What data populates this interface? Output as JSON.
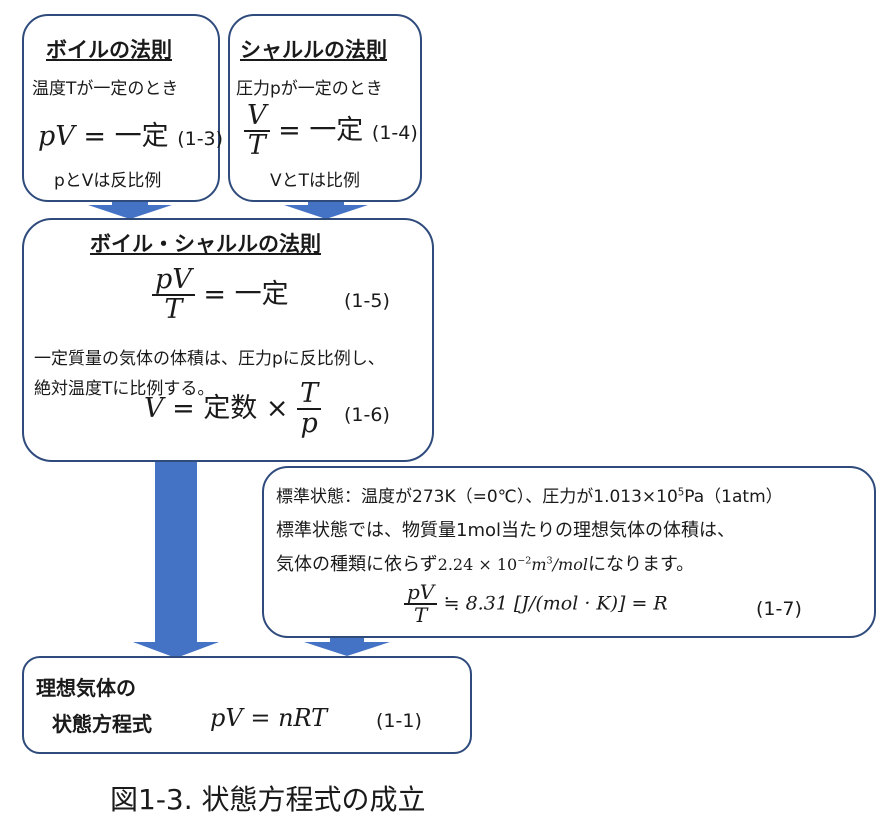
{
  "boyle": {
    "title": "ボイルの法則",
    "condition": "温度Tが一定のとき",
    "eq_lhs": "pV",
    "eq_eq": "=",
    "eq_rhs": "一定",
    "eq_no": "(1-3)",
    "note": "pとVは反比例"
  },
  "charles": {
    "title": "シャルルの法則",
    "condition": "圧力pが一定のとき",
    "frac_num": "V",
    "frac_den": "T",
    "eq_eq": "=",
    "eq_rhs": "一定",
    "eq_no": "(1-4)",
    "note": "VとTは比例"
  },
  "boyle_charles": {
    "title": "ボイル・シャルルの法則",
    "frac_num": "pV",
    "frac_den": "T",
    "eq_eq": "=",
    "eq_rhs": "一定",
    "eq_no": "(1-5)",
    "text_line1": "一定質量の気体の体積は、圧力pに反比例し、",
    "text_line2": "絶対温度Tに比例する。",
    "eq2_lhs": "V",
    "eq2_eq": "=",
    "eq2_const": "定数",
    "eq2_times": "×",
    "eq2_num": "T",
    "eq2_den": "p",
    "eq2_no": "(1-6)"
  },
  "standard": {
    "line1_a": "標準状態：温度が273K（=0℃）、圧力が1.013×10",
    "line1_sup": "5",
    "line1_b": "Pa（1atm）",
    "line2": "標準状態では、物質量1mol当たりの理想気体の体積は、",
    "line3_a": "気体の種類に依らず",
    "line3_math": "2.24 × 10",
    "line3_sup": "−2",
    "line3_unit": "m",
    "line3_unit_sup": "3",
    "line3_unit_rest": "/mol",
    "line3_b": "になります。",
    "frac_num": "pV",
    "frac_den": "T",
    "eq_rest": "≒ 8.31 [J/(mol · K)] = R",
    "eq_no": "(1-7)"
  },
  "ideal_gas": {
    "title_line1": "理想気体の",
    "title_line2": "状態方程式",
    "eq": "pV = nRT",
    "eq_no": "(1-1)"
  },
  "caption": "図1-3.  状態方程式の成立",
  "colors": {
    "arrow": "#4472c4",
    "border": "#2f4b7c"
  }
}
